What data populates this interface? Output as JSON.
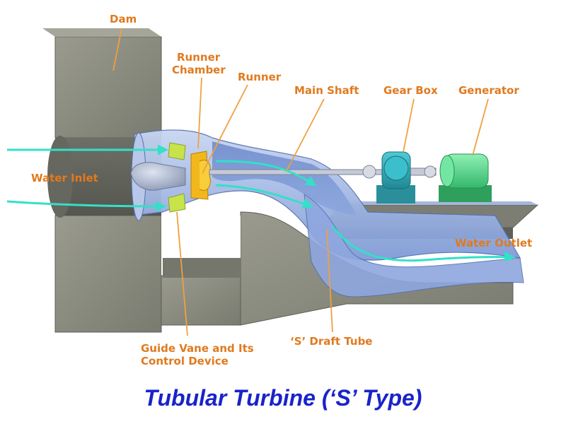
{
  "title": "Tubular Turbine (‘S’ Type)",
  "labels": {
    "dam": "Dam",
    "runner_chamber_line1": "Runner",
    "runner_chamber_line2": "Chamber",
    "runner": "Runner",
    "main_shaft": "Main Shaft",
    "gear_box": "Gear Box",
    "generator": "Generator",
    "water_inlet": "Water Inlet",
    "water_outlet": "Water Outlet",
    "guide_vane_line1": "Guide Vane and Its",
    "guide_vane_line2": "Control Device",
    "draft_tube": "‘S’ Draft Tube"
  },
  "colors": {
    "label": "#e07a1f",
    "title": "#1a23c9",
    "concrete": "#8c8d80",
    "water_arrow": "#33e0c8",
    "tube": "#9fb6e6",
    "gear_box": "#2aa9b6",
    "generator": "#57d98c"
  }
}
